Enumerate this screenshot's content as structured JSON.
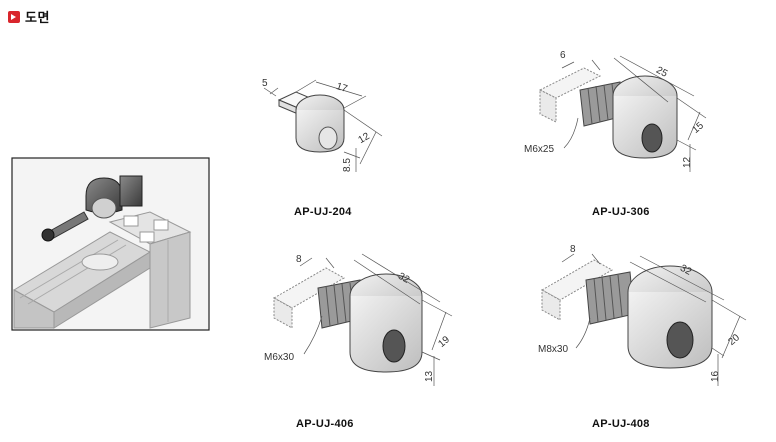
{
  "header": {
    "title": "도면"
  },
  "parts": [
    {
      "code": "AP-UJ-204",
      "dims": [
        "5",
        "17",
        "12",
        "8.5"
      ]
    },
    {
      "code": "AP-UJ-306",
      "dims": [
        "6",
        "25",
        "15",
        "12"
      ],
      "bolt": "M6x25"
    },
    {
      "code": "AP-UJ-406",
      "dims": [
        "8",
        "32",
        "19",
        "13"
      ],
      "bolt": "M6x30"
    },
    {
      "code": "AP-UJ-408",
      "dims": [
        "8",
        "32",
        "20",
        "16"
      ],
      "bolt": "M8x30"
    }
  ]
}
